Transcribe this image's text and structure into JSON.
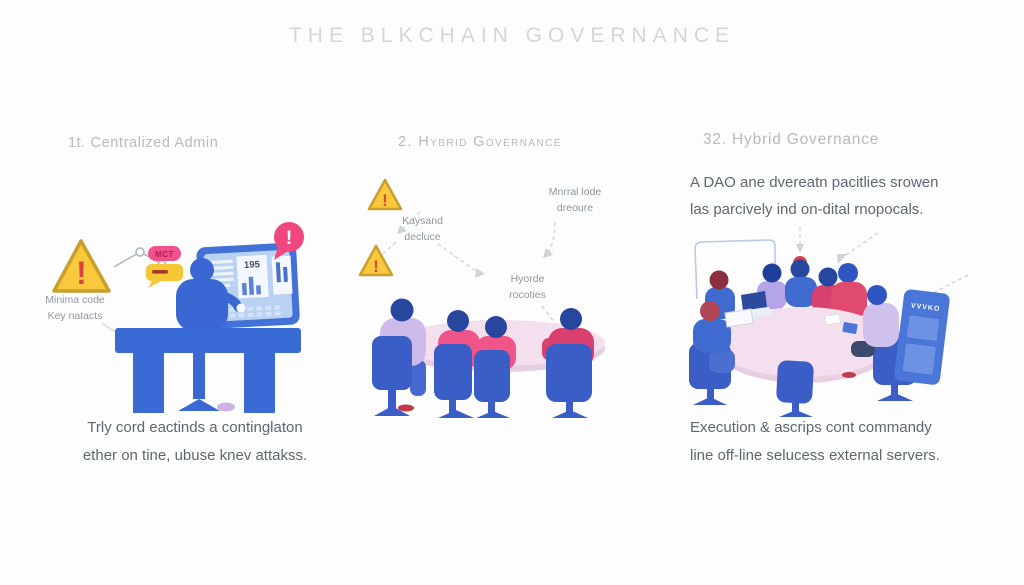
{
  "title": "THE BLKCHAIN GOVERNANCE",
  "colors": {
    "primary_blue": "#3a6ad2",
    "chair_blue": "#3a5ec6",
    "screen_blue": "#b9d2f3",
    "pink": "#ef5588",
    "crimson": "#d84070",
    "alert_pink": "#f0487c",
    "warning_yellow": "#f8c93d",
    "warning_red": "#dc4242",
    "table_pink": "#f3dfee",
    "lavender": "#cdb9ea",
    "title_gray": "#d6d6d9",
    "heading_gray": "#b6bac2",
    "body_gray": "#5d6772"
  },
  "panels": [
    {
      "heading": "1t. Centralized Admin",
      "note": "Minima code\nKey natacts",
      "tag": "MCT",
      "alert": "!",
      "monitor_value": "195",
      "caption": "Trly cord eactinds a continglaton\nether on tine, ubuse knev attakss."
    },
    {
      "heading": "2. Hybrid Governance",
      "alert": "!",
      "note_left": "Kaysand\ndecluce",
      "note_top": "Mnrral lode\ndreoure",
      "note_bottom": "Hyorde\nrocoties"
    },
    {
      "heading": "32. Hybrid Governance",
      "intro": "A DAO ane dvereatn pacitlies srowen\nlas parcively ind on-dital rnopocals.",
      "card_text": "VVVKO",
      "caption": "Execution & ascrips cont commandy\nline off-line selucess external servers."
    }
  ]
}
